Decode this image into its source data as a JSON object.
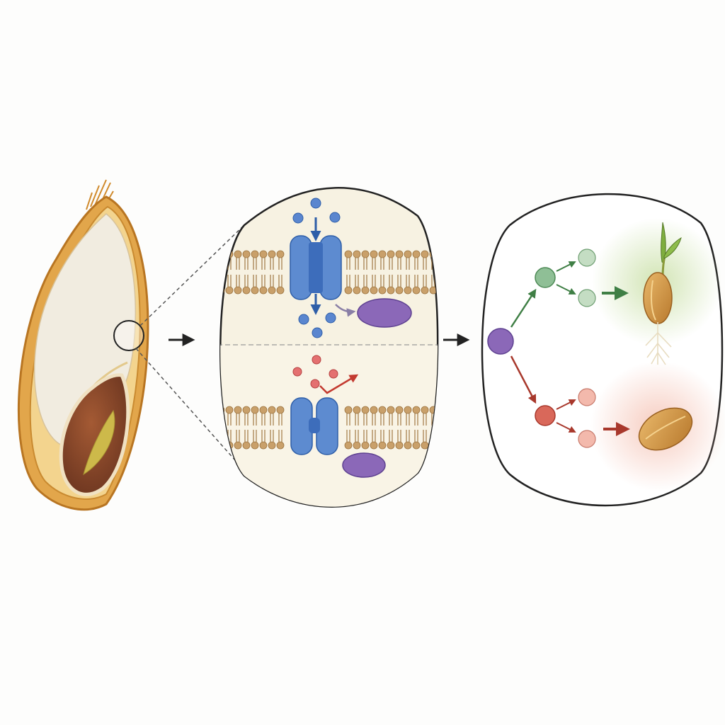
{
  "figure": {
    "background": "#fdfdfc",
    "panels": [
      {
        "id": "grain",
        "role": "seed cross-section"
      },
      {
        "id": "membrane-zoom",
        "role": "magnified membrane with channel"
      },
      {
        "id": "signaling-outcomes",
        "role": "branching signal to germination or dormancy"
      }
    ]
  },
  "colors": {
    "husk": "#d79a3c",
    "husk_dark": "#b87522",
    "endosperm": "#f1ece0",
    "embryo": "#8c4a2c",
    "scutellum": "#c9b43a",
    "membrane_head": "#c9a06a",
    "membrane_tail": "#a07844",
    "channel": "#4f7fc6",
    "channel_dark": "#2e5ea8",
    "ion_blue": "#5a86cf",
    "ion_red": "#d65c5c",
    "signal_purple": "#8b68b8",
    "green_node": "#8fbf96",
    "green_arrow": "#3f7f45",
    "red_node": "#d9685a",
    "red_node_light": "#f0b0a4",
    "red_arrow": "#a8382c",
    "green_halo": "#cfe3b0",
    "red_halo": "#f6c9bc",
    "outline": "#1f1f1f",
    "zoom_dash": "#555555",
    "seed_body": "#d89a45"
  },
  "icons": {
    "flow_arrow_1": "right-arrow-icon",
    "flow_arrow_2": "right-arrow-icon",
    "germinating_seed": "sprouting-seed-icon",
    "dormant_seed": "dormant-seed-icon"
  }
}
